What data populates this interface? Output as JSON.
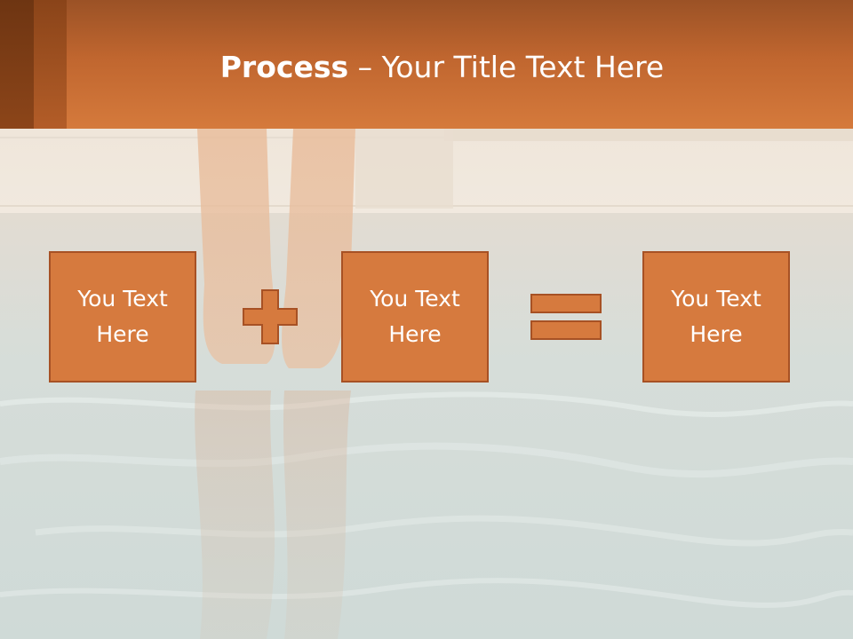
{
  "slide": {
    "title_bold": "Process",
    "title_rest": " – Your Title Text Here"
  },
  "process": {
    "boxes": [
      {
        "line1": "You Text",
        "line2": "Here"
      },
      {
        "line1": "You Text",
        "line2": "Here"
      },
      {
        "line1": "You Text",
        "line2": "Here"
      }
    ],
    "operators": [
      "plus-icon",
      "equals-icon"
    ]
  },
  "colors": {
    "header_orange": "#d57a3c",
    "box_fill": "#d67a3e",
    "box_border": "#a75124",
    "text_white": "#ffffff"
  }
}
